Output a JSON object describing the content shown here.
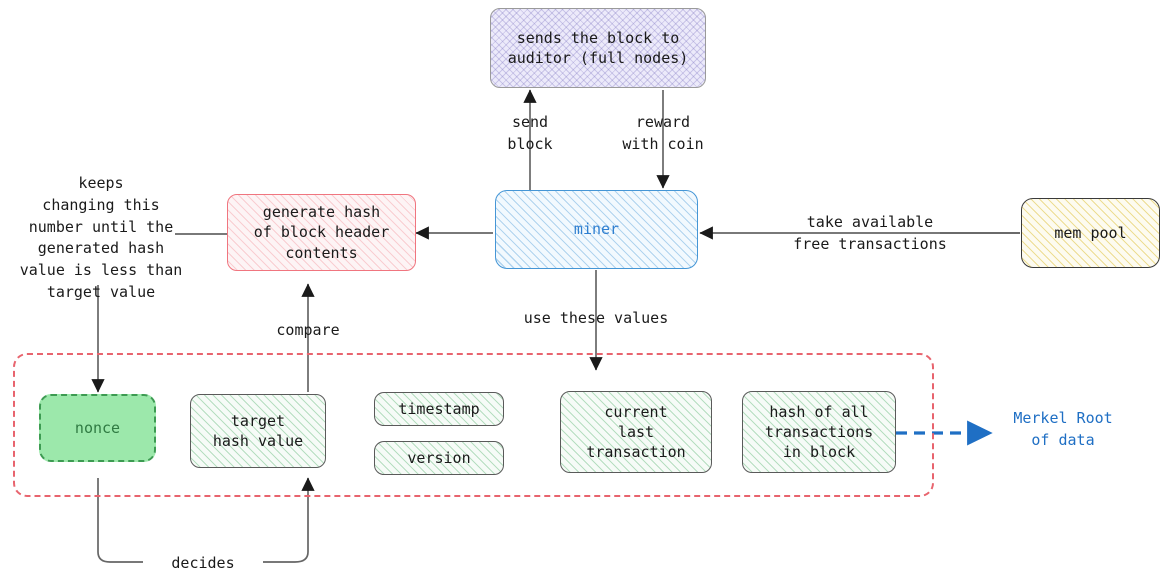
{
  "diagram": {
    "title": "bitcoin mining block header flow",
    "colors": {
      "accent_blue": "#2f7fd0",
      "accent_red": "#e8646e",
      "accent_green": "#3d9b52",
      "accent_yellow": "#e0c446",
      "merkel_blue": "#1f6fc4"
    },
    "nodes": {
      "auditor": "sends the block to\nauditor (full nodes)",
      "miner": "miner",
      "generate_hash": "generate hash\nof block header\ncontents",
      "mem_pool": "mem pool",
      "nonce": "nonce",
      "target_hash": "target\nhash value",
      "timestamp": "timestamp",
      "version": "version",
      "current_last_transaction": "current\nlast\ntransaction",
      "hash_all_transactions": "hash of all\ntransactions\nin block"
    },
    "labels": {
      "send_block": "send\nblock",
      "reward_with_coin": "reward\nwith coin",
      "take_transactions": "take available\nfree transactions",
      "use_these_values": "use these values",
      "compare": "compare",
      "decides": "decides",
      "keeps_changing": "keeps\nchanging this\nnumber until the\ngenerated hash\nvalue is less than\ntarget value",
      "merkel_root": "Merkel Root\nof data"
    }
  }
}
